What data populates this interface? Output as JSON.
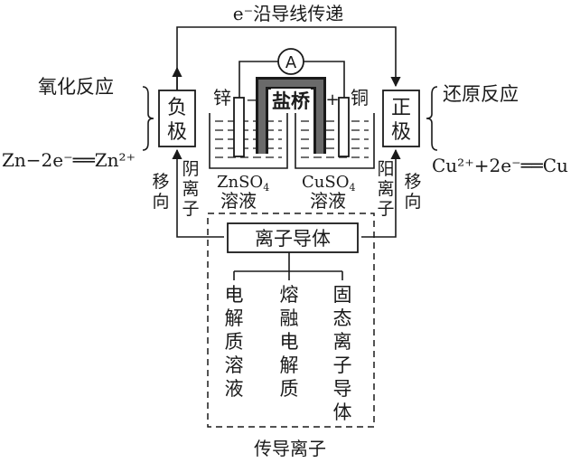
{
  "top_label": "e⁻沿导线传递",
  "ammeter": "A",
  "salt_bridge": "盐桥",
  "left_process": "氧化反应",
  "right_process": "还原反应",
  "anode": {
    "line1": "负",
    "line2": "极"
  },
  "cathode": {
    "line1": "正",
    "line2": "极"
  },
  "zinc": "锌",
  "copper": "铜",
  "plus_sign": "+",
  "minus_sign": "−",
  "left_equation": "Zn−2e⁻══Zn²⁺",
  "right_equation": "Cu²⁺+2e⁻══Cu",
  "left_solution": {
    "formula": "ZnSO",
    "sub": "4",
    "word": "溶液"
  },
  "right_solution": {
    "formula": "CuSO",
    "sub": "4",
    "word": "溶液"
  },
  "anion_move": {
    "move": [
      "移",
      "向"
    ],
    "ion": [
      "阴",
      "离",
      "子"
    ]
  },
  "cation_move": {
    "ion": [
      "阳",
      "离",
      "子"
    ],
    "move": [
      "移",
      "向"
    ]
  },
  "ion_conductor": "离子导体",
  "conductor_types": [
    {
      "chars": [
        "电",
        "解",
        "质",
        "溶",
        "液"
      ]
    },
    {
      "chars": [
        "熔",
        "融",
        "电",
        "解",
        "质"
      ]
    },
    {
      "chars": [
        "固",
        "态",
        "离",
        "子",
        "导",
        "体"
      ]
    }
  ],
  "bottom_label": "传导离子"
}
